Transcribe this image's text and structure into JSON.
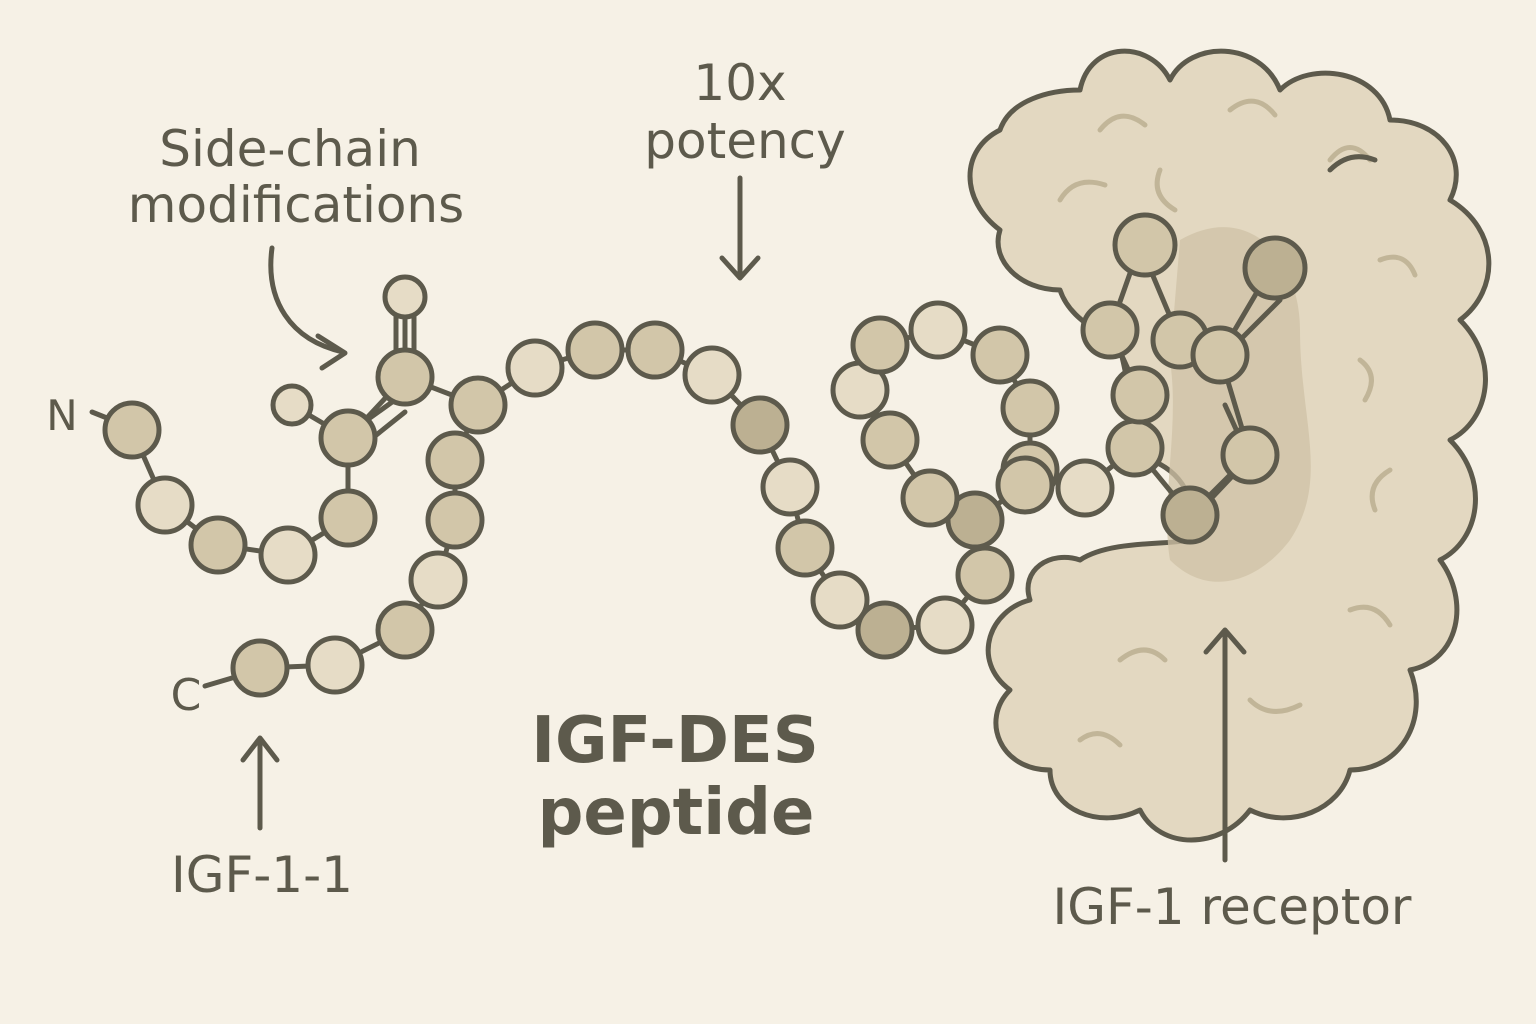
{
  "labels": {
    "side_chain_line1": "Side-chain",
    "side_chain_line2": "modifications",
    "potency_line1": "10x",
    "potency_line2": "potency",
    "title_line1": "IGF-DES",
    "title_line2": "peptide",
    "igf_1_1": "IGF-1-1",
    "receptor": "IGF-1 receptor",
    "n_terminus": "N",
    "c_terminus": "C"
  },
  "colors": {
    "background": "#f6f1e6",
    "outline": "#5d5a4c",
    "bead_light": "#e6dcc6",
    "bead_mid": "#d2c6a9",
    "bead_dark": "#bcb092",
    "receptor_fill": "#e3d8c1",
    "receptor_shade": "#cfc2a6"
  },
  "icons": [
    "arrow-down-icon",
    "arrow-curved-icon",
    "arrow-up-icon"
  ]
}
